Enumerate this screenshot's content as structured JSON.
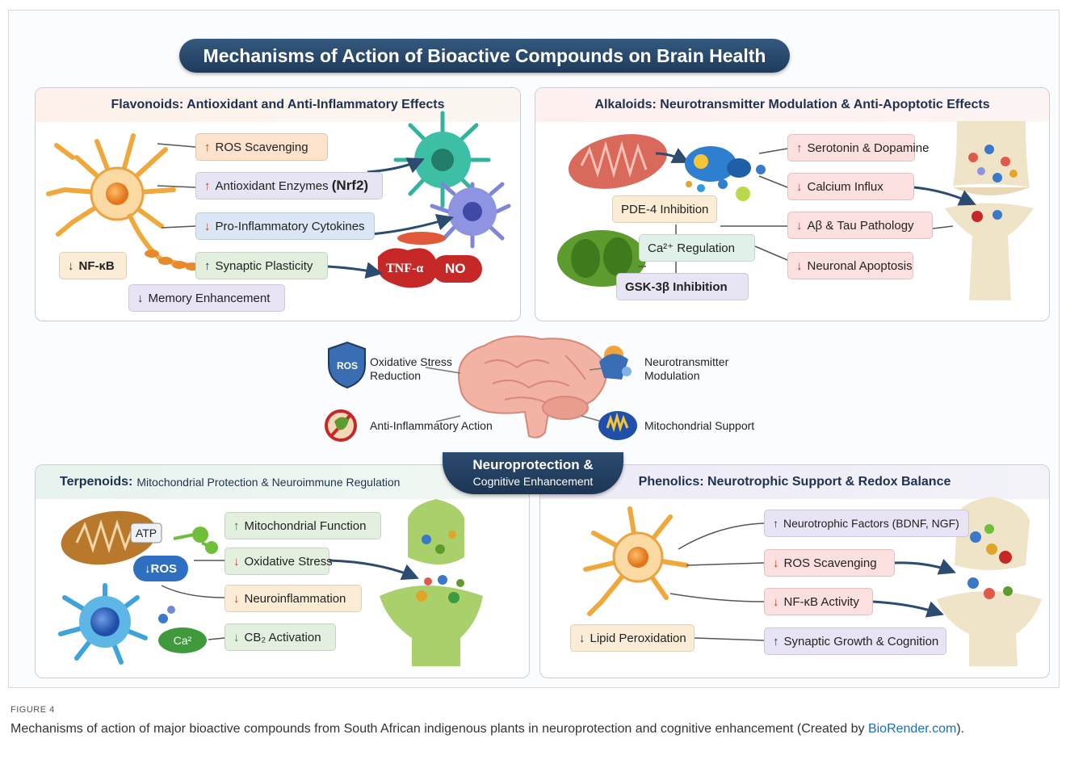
{
  "title": "Mechanisms of Action of Bioactive Compounds on Brain Health",
  "panels": {
    "flavonoids": {
      "title": "Flavonoids: Antioxidant and Anti-Inflammatory Effects",
      "ros": "ROS Scavenging",
      "enzymes": "Antioxidant Enzymes",
      "enzymes_bold": "(Nrf2)",
      "cytokines": "Pro-Inflammatory Cytokines",
      "nfkb": "NF-κB",
      "plasticity": "Synaptic Plasticity",
      "memory": "Memory Enhancement",
      "tnf": "TNF-α",
      "no": "NO"
    },
    "alkaloids": {
      "title": "Alkaloids: Neurotransmitter Modulation & Anti-Apoptotic Effects",
      "serotonin": "Serotonin & Dopamine",
      "calcium": "Calcium Influx",
      "pde": "PDE-4 Inhibition",
      "abeta": "Aβ & Tau Pathology",
      "ca": "Ca²⁺ Regulation",
      "apoptosis": "Neuronal Apoptosis",
      "gsk": "GSK-3β Inhibition"
    },
    "terpenoids": {
      "title_bold": "Terpenoids:",
      "title_rest": "Mitochondrial Protection & Neuroimmune Regulation",
      "atp": "ATP",
      "ros_badge": "ROS",
      "mito": "Mitochondrial Function",
      "oxidative": "Oxidative Stress",
      "neuroinflammation": "Neuroinflammation",
      "ca_badge": "Ca²",
      "cb2": "CB₂ Activation"
    },
    "phenolics": {
      "title": "Phenolics: Neurotrophic Support & Redox Balance",
      "neurotrophic": "Neurotrophic Factors (BDNF, NGF)",
      "ros": "ROS Scavenging",
      "nfkb": "NF-κB Activity",
      "lipid": "Lipid Peroxidation",
      "synaptic": "Synaptic Growth & Cognition"
    }
  },
  "center": {
    "oxidative": "Oxidative Stress Reduction",
    "neurotransmitter": "Neurotransmitter Modulation",
    "antiinflammatory": "Anti-Inflammatory Action",
    "mitochondrial": "Mitochondrial Support",
    "ros_shield": "ROS",
    "banner_line1": "Neuroprotection &",
    "banner_line2": "Cognitive Enhancement"
  },
  "caption": {
    "label": "FIGURE 4",
    "text": "Mechanisms of action of major bioactive compounds from South African indigenous plants in neuroprotection and cognitive enhancement (Created by ",
    "link": "BioRender.com",
    "end": ")."
  },
  "colors": {
    "banner": "#1f3b5c",
    "arrow": "#2b4b70",
    "up_red": "#c0392b",
    "link": "#1a6ec1"
  }
}
